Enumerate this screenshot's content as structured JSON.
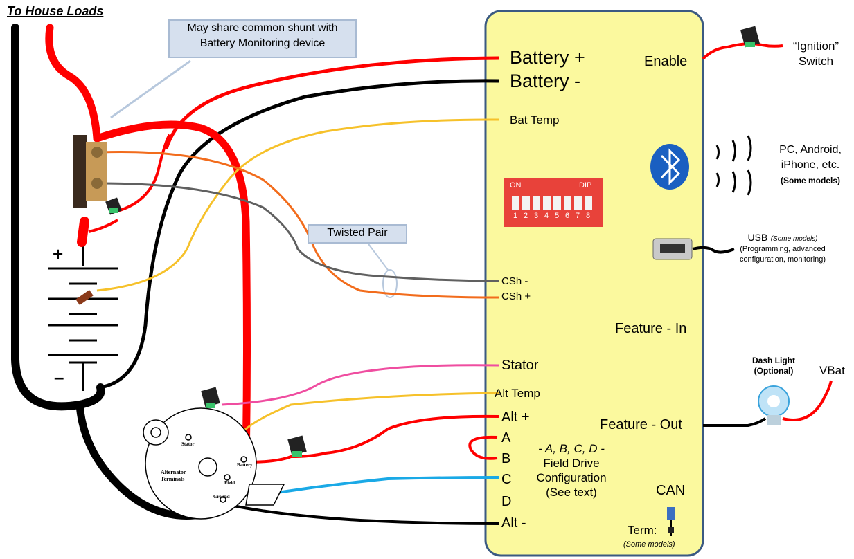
{
  "title": "To House Loads",
  "callouts": {
    "shunt_note_line1": "May share common shunt with",
    "shunt_note_line2": "Battery Monitoring device",
    "twisted_pair": "Twisted Pair"
  },
  "regulator": {
    "battery_pos": "Battery +",
    "battery_neg": "Battery -",
    "bat_temp": "Bat Temp",
    "enable": "Enable",
    "csh_neg": "CSh -",
    "csh_pos": "CSh +",
    "feature_in": "Feature - In",
    "stator": "Stator",
    "alt_temp": "Alt Temp",
    "alt_pos": "Alt +",
    "a": "A",
    "b": "B",
    "c": "C",
    "d": "D",
    "alt_neg": "Alt -",
    "feature_out": "Feature - Out",
    "field_drive_1": "- A, B, C, D -",
    "field_drive_2": "Field Drive",
    "field_drive_3": "Configuration",
    "field_drive_4": "(See text)",
    "can": "CAN",
    "term": "Term:",
    "some_models": "(Some models)"
  },
  "dip_switch": {
    "on": "ON",
    "dip": "DIP",
    "numbers": [
      "1",
      "2",
      "3",
      "4",
      "5",
      "6",
      "7",
      "8"
    ]
  },
  "external": {
    "ignition_1": "“Ignition”",
    "ignition_2": "Switch",
    "pc_1": "PC, Android,",
    "pc_2": "iPhone, etc.",
    "pc_3": "(Some models)",
    "usb_1": "USB",
    "usb_1b": "(Some models)",
    "usb_2": "(Programming, advanced",
    "usb_3": "configuration, monitoring)",
    "dash_1": "Dash Light",
    "dash_2": "(Optional)",
    "vbat": "VBat"
  },
  "battery_symbols": {
    "plus": "+",
    "minus": "–"
  },
  "alternator": {
    "stator": "Stator",
    "battery": "Battery",
    "field": "Field",
    "ground": "Ground",
    "terminals_1": "Alternator",
    "terminals_2": "Terminals"
  },
  "colors": {
    "regulator_fill": "#fbf99e",
    "regulator_border": "#3b5a82",
    "red": "#ff0000",
    "black": "#000000",
    "yellow": "#f6c12a",
    "orange": "#f26c1c",
    "gray": "#606060",
    "pink": "#ef4da0",
    "cyan": "#1aa9e6",
    "dip_red": "#e8423a",
    "bluetooth": "#1a5fc1"
  }
}
